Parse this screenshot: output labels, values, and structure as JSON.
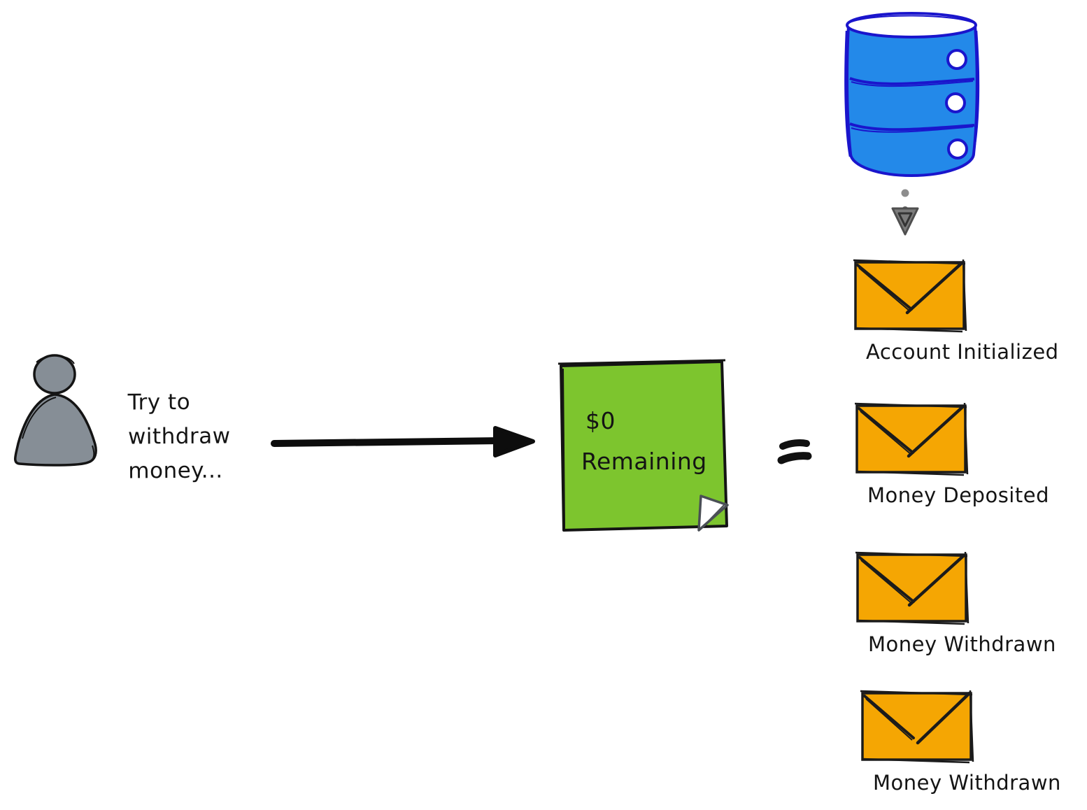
{
  "diagram": {
    "actor": {
      "color": "#868e96",
      "caption_lines": [
        "Try to",
        "withdraw",
        "money..."
      ]
    },
    "note": {
      "fill": "#7dc52e",
      "lines": [
        "$0",
        "Remaining"
      ]
    },
    "operator": "=",
    "event_store": {
      "color": "#2389e9",
      "stroke": "#1a15cc"
    },
    "envelope_color": "#f5a603",
    "events": [
      {
        "label": "Account Initialized"
      },
      {
        "label": "Money Deposited"
      },
      {
        "label": "Money Withdrawn"
      },
      {
        "label": "Money Withdrawn"
      }
    ]
  }
}
